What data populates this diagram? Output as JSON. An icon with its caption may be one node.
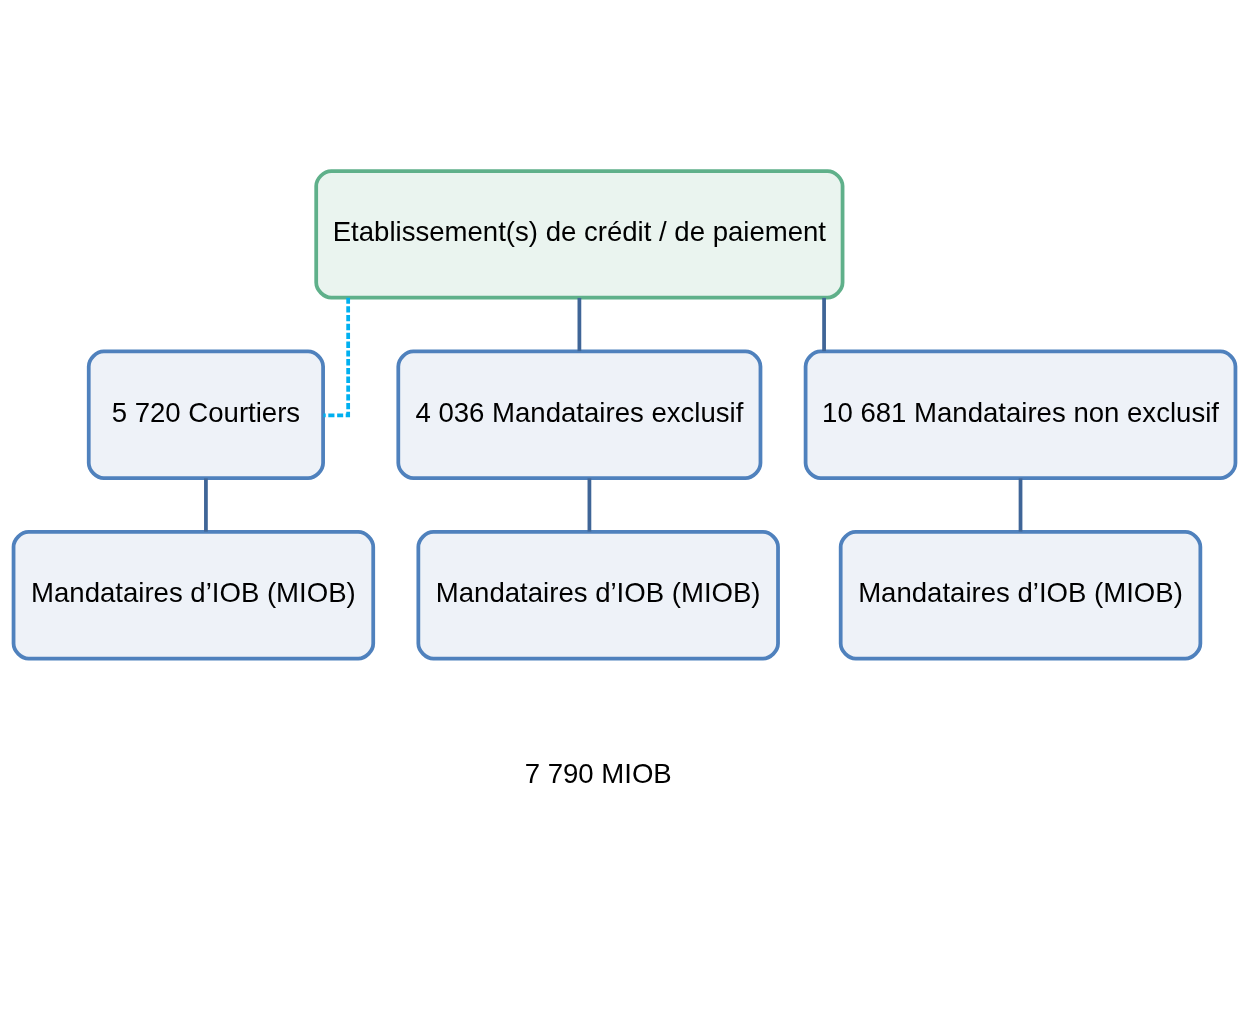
{
  "diagram": {
    "nodes": [
      {
        "text": [
          "Etablissement(s) de crédit / de paiement"
        ]
      },
      {
        "text": [
          "5 720 Courtiers"
        ]
      },
      {
        "text": [
          "4 036 Mandataires exclusif"
        ]
      },
      {
        "text": [
          "10 681 Mandataires non exclusif"
        ]
      },
      {
        "text": [
          "Mandataires d’IOB (MIOB)"
        ]
      },
      {
        "text": [
          "Mandataires d’IOB (MIOB)"
        ]
      },
      {
        "text": [
          "Mandataires d’IOB (MIOB)"
        ]
      }
    ],
    "edges": [
      {
        "from": 0,
        "to": 1,
        "arrow": "none",
        "style": "dashed",
        "color": "#00b0f0"
      },
      {
        "from": 0,
        "to": 2,
        "arrow": "none"
      },
      {
        "from": 0,
        "to": 3,
        "arrow": "none"
      },
      {
        "from": 1,
        "to": 4,
        "arrow": "none"
      },
      {
        "from": 2,
        "to": 5,
        "arrow": "none"
      },
      {
        "from": 3,
        "to": 6,
        "arrow": "none"
      }
    ],
    "labels": [
      "7 790 MIOB"
    ]
  }
}
